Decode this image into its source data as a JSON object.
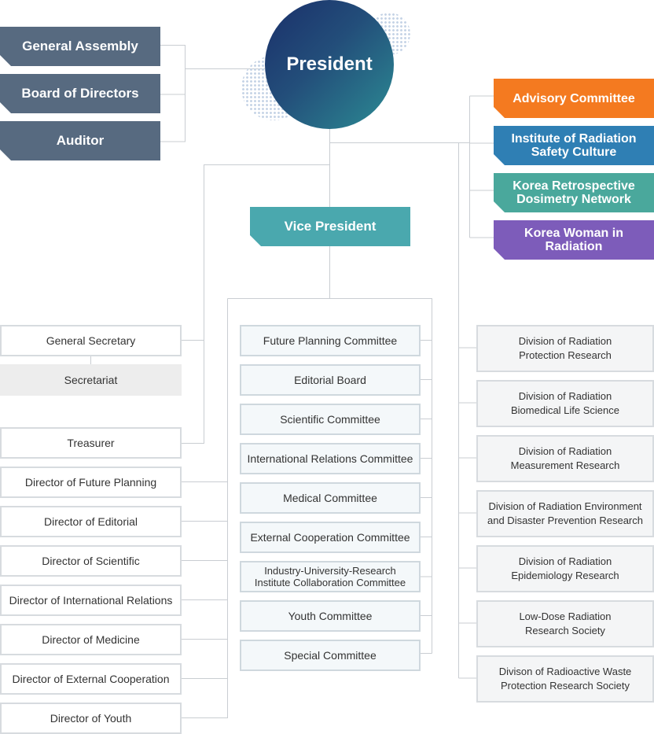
{
  "president": "President",
  "vice_president": "Vice President",
  "governance": [
    "General Assembly",
    "Board of Directors",
    "Auditor"
  ],
  "affiliates": [
    {
      "lines": [
        "Advisory  Committee"
      ],
      "color": "#f47a20"
    },
    {
      "lines": [
        "Institute of Radiation",
        "Safety Culture"
      ],
      "color": "#2f7fb4"
    },
    {
      "lines": [
        "Korea Retrospective",
        "Dosimetry Network"
      ],
      "color": "#4aa89c"
    },
    {
      "lines": [
        "Korea Woman in",
        "Radiation"
      ],
      "color": "#7d5cba"
    }
  ],
  "secretary": {
    "general_secretary": "General Secretary",
    "secretariat": "Secretariat",
    "treasurer": "Treasurer"
  },
  "directors": [
    "Director of Future Planning",
    "Director of Editorial",
    "Director of Scientific",
    "Director of International Relations",
    "Director of Medicine",
    "Director of External Cooperation",
    "Director of Youth"
  ],
  "committees": [
    [
      "Future Planning Committee"
    ],
    [
      "Editorial Board"
    ],
    [
      "Scientific Committee"
    ],
    [
      "International Relations Committee"
    ],
    [
      "Medical Committee"
    ],
    [
      "External Cooperation Committee"
    ],
    [
      "Industry-University-Research",
      "Institute Collaboration Committee"
    ],
    [
      "Youth Committee"
    ],
    [
      "Special Committee"
    ]
  ],
  "divisions": [
    [
      "Division of Radiation",
      "Protection Research"
    ],
    [
      "Division of Radiation",
      "Biomedical Life Science"
    ],
    [
      "Division of Radiation",
      "Measurement Research"
    ],
    [
      "Division of Radiation Environment",
      "and Disaster Prevention Research"
    ],
    [
      "Division of Radiation",
      "Epidemiology Research"
    ],
    [
      "Low-Dose Radiation",
      "Research Society"
    ],
    [
      "Divison of Radioactive Waste",
      "Protection Research Society"
    ]
  ]
}
